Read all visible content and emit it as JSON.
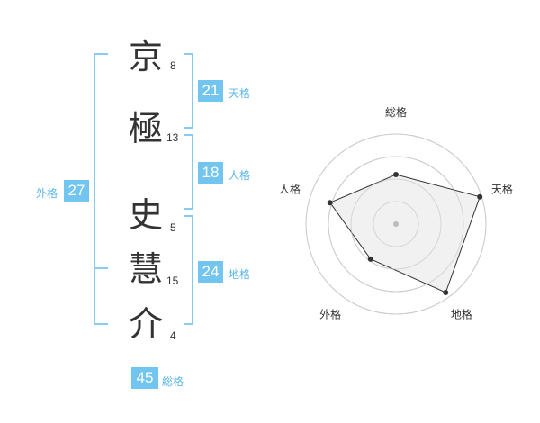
{
  "name": {
    "characters": [
      {
        "char": "京",
        "strokes": "8"
      },
      {
        "char": "極",
        "strokes": "13"
      },
      {
        "char": "史",
        "strokes": "5"
      },
      {
        "char": "慧",
        "strokes": "15"
      },
      {
        "char": "介",
        "strokes": "4"
      }
    ]
  },
  "fortune": {
    "tenkaku": {
      "value": "21",
      "label": "天格"
    },
    "jinkaku": {
      "value": "18",
      "label": "人格"
    },
    "chikaku": {
      "value": "24",
      "label": "地格"
    },
    "gaikaku": {
      "value": "27",
      "label": "外格"
    },
    "soukaku": {
      "value": "45",
      "label": "総格"
    }
  },
  "chart_data": {
    "type": "radar",
    "axes": [
      "総格",
      "天格",
      "地格",
      "外格",
      "人格"
    ],
    "values": [
      0.55,
      0.98,
      0.94,
      0.48,
      0.77
    ],
    "range": [
      0,
      1
    ],
    "rings": 4,
    "colors": {
      "fill": "#efefef",
      "stroke": "#333333",
      "ring": "#cccccc",
      "center": "#bbbbbb"
    }
  },
  "colors": {
    "accent": "#71c5ee",
    "bracket": "#89cbef"
  }
}
